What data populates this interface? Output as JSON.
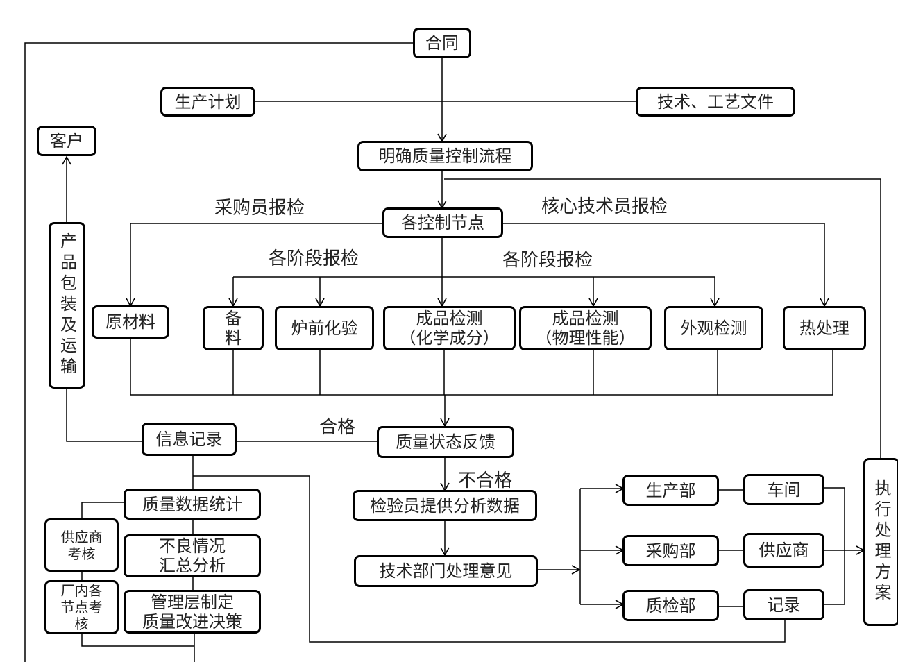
{
  "nodes": {
    "contract": "合同",
    "production_plan": "生产计划",
    "tech_docs": "技术、工艺文件",
    "customer": "客户",
    "define_qc_flow": "明确质量控制流程",
    "control_nodes": "各控制节点",
    "packaging": "产品包装及运输",
    "raw_material": "原材料",
    "prep_material": "备\n料",
    "furnace_test": "炉前化验",
    "product_chem": "成品检测\n（化学成分）",
    "product_phys": "成品检测\n（物理性能）",
    "appearance": "外观检测",
    "heat_treatment": "热处理",
    "info_record": "信息记录",
    "quality_feedback": "质量状态反馈",
    "inspector_data": "检验员提供分析数据",
    "tech_dept_opinion": "技术部门处理意见",
    "quality_stats": "质量数据统计",
    "supplier_review": "供应商\n考核",
    "defect_analysis": "不良情况\n汇总分析",
    "plant_node_review": "厂内各\n节点考\n核",
    "mgmt_decision": "管理层制定\n质量改进决策",
    "production_dept": "生产部",
    "workshop": "车间",
    "purchasing_dept": "采购部",
    "supplier": "供应商",
    "qc_dept": "质检部",
    "record": "记录",
    "execute_plan": "执行处理方案"
  },
  "labels": {
    "buyer_inspection": "采购员报检",
    "core_tech_inspection": "核心技术员报检",
    "stage_inspection_left": "各阶段报检",
    "stage_inspection_right": "各阶段报检",
    "qualified": "合格",
    "unqualified": "不合格"
  }
}
